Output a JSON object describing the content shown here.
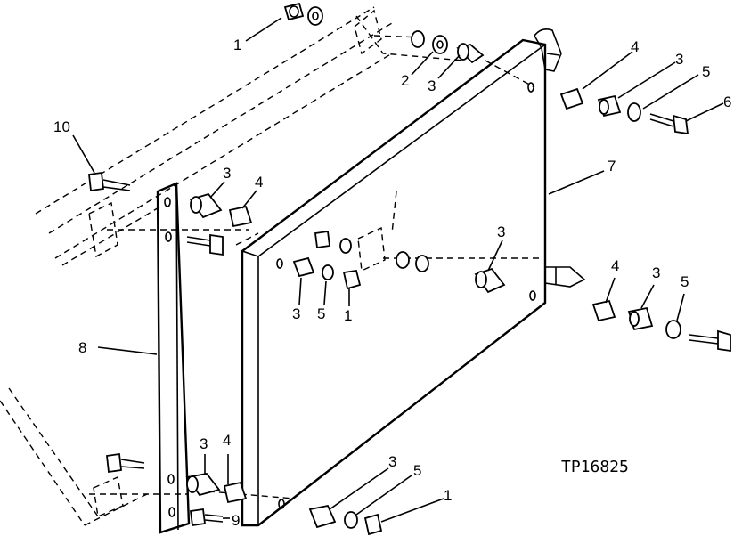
{
  "figure": {
    "reference_code": "TP16825",
    "callouts": [
      {
        "id": "c1a",
        "label": "1"
      },
      {
        "id": "c2a",
        "label": "2"
      },
      {
        "id": "c3a",
        "label": "3"
      },
      {
        "id": "c4a",
        "label": "4"
      },
      {
        "id": "c3b",
        "label": "3"
      },
      {
        "id": "c5a",
        "label": "5"
      },
      {
        "id": "c6a",
        "label": "6"
      },
      {
        "id": "c10",
        "label": "10"
      },
      {
        "id": "c3c",
        "label": "3"
      },
      {
        "id": "c4b",
        "label": "4"
      },
      {
        "id": "c7",
        "label": "7"
      },
      {
        "id": "c3d",
        "label": "3"
      },
      {
        "id": "c3e",
        "label": "3"
      },
      {
        "id": "c5b",
        "label": "5"
      },
      {
        "id": "c1b",
        "label": "1"
      },
      {
        "id": "c4c",
        "label": "4"
      },
      {
        "id": "c3f",
        "label": "3"
      },
      {
        "id": "c5c",
        "label": "5"
      },
      {
        "id": "c8",
        "label": "8"
      },
      {
        "id": "c3g",
        "label": "3"
      },
      {
        "id": "c4d",
        "label": "4"
      },
      {
        "id": "c3h",
        "label": "3"
      },
      {
        "id": "c5d",
        "label": "5"
      },
      {
        "id": "c1c",
        "label": "1"
      },
      {
        "id": "c9",
        "label": "9"
      }
    ]
  }
}
